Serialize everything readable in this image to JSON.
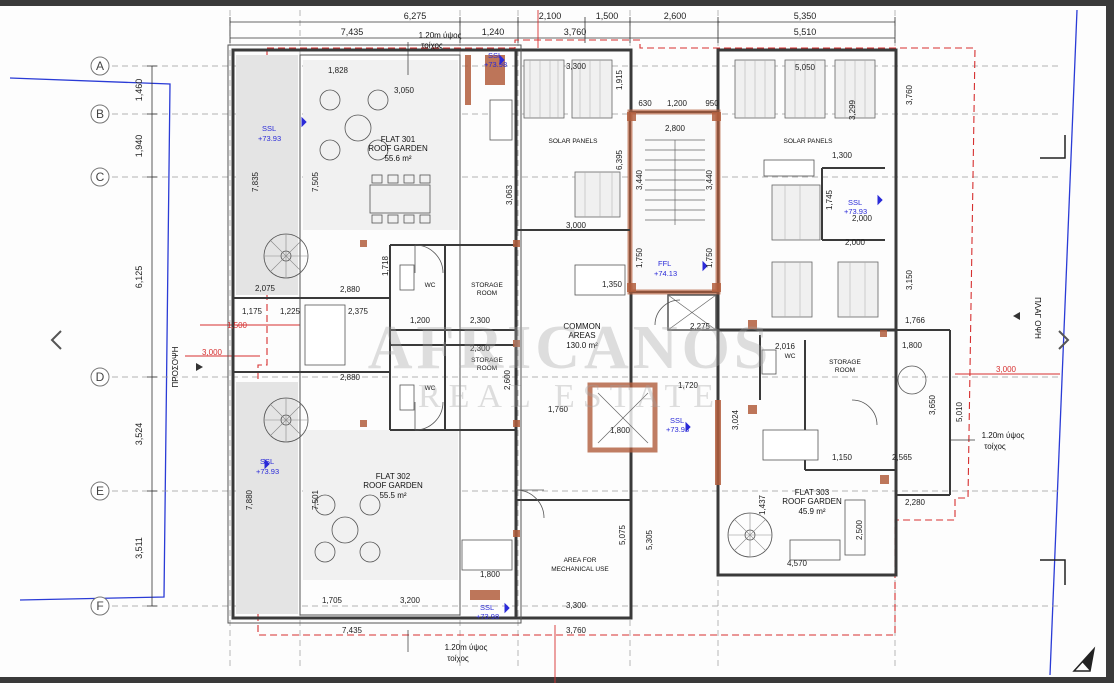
{
  "viewer": {
    "prev_label": "previous",
    "next_label": "next"
  },
  "watermark": {
    "line1": "AFRICANOS",
    "line2": "REAL ESTATE"
  },
  "grid": [
    "A",
    "B",
    "C",
    "D",
    "E",
    "F"
  ],
  "top_dims_row1": [
    "6,275",
    "2,100",
    "1,500",
    "2,600",
    "5,350"
  ],
  "top_dims_row2": [
    "7,435",
    "1,240",
    "3,760",
    "5,510"
  ],
  "left_dims": [
    "1,460",
    "1,940",
    "6,125",
    "3,524",
    "3,511"
  ],
  "side_dims": [
    "7,835",
    "7,505",
    "7,880",
    "7,501"
  ],
  "rooms": {
    "flat301": {
      "name": "FLAT 301",
      "sub": "ROOF GARDEN",
      "area": "55.6 m²"
    },
    "flat302": {
      "name": "FLAT 302",
      "sub": "ROOF GARDEN",
      "area": "55.5 m²"
    },
    "flat303": {
      "name": "FLAT 303",
      "sub": "ROOF GARDEN",
      "area": "45.9 m²"
    },
    "common": {
      "name": "COMMON",
      "sub": "AREAS",
      "area": "130.0 m²"
    },
    "solar_left": "SOLAR PANELS",
    "solar_right": "SOLAR PANELS",
    "storage1": {
      "a": "STORAGE",
      "b": "ROOM"
    },
    "storage2": {
      "a": "STORAGE",
      "b": "ROOM"
    },
    "storage3": {
      "a": "STORAGE",
      "b": "ROOM"
    },
    "wc1": "WC",
    "wc2": "WC",
    "wc3": "WC",
    "mech": {
      "a": "AREA FOR",
      "b": "MECHANICAL USE"
    }
  },
  "levels": {
    "ssl1": {
      "a": "SSL",
      "b": "+73.93"
    },
    "ssl2": {
      "a": "SSL",
      "b": "+73.93"
    },
    "ssl3": {
      "a": "SSL",
      "b": "+73.93"
    },
    "ssl4": {
      "a": "SSL",
      "b": "+73.93"
    },
    "ssl5": {
      "a": "SSL",
      "b": "+73.98"
    },
    "ssl6": {
      "a": "SSL",
      "b": "+73.98"
    },
    "ffl": {
      "a": "FFL",
      "b": "+74.13"
    }
  },
  "notes": {
    "wall_top": {
      "a": "1.20m ύψος",
      "b": "τοίχος"
    },
    "wall_bottom": {
      "a": "1.20m ύψος",
      "b": "τοίχος"
    },
    "wall_right": {
      "a": "1.20m ύψος",
      "b": "τοίχος"
    },
    "front": "ΠΡΟΣΟΨΗ",
    "side": "ΠΛΑΓ ΟΨΗ"
  },
  "dims": {
    "d_3000_left": "3,000",
    "d_3000_right": "3,000",
    "d_1500": "1,500",
    "d_3300_top": "3,300",
    "d_3300_bot": "3,300",
    "d_3760_bot": "3,760",
    "d_7435_bot": "7,435",
    "d_1705": "1,705",
    "d_3200": "3,200",
    "d_5050": "5,050",
    "d_2800": "2,800",
    "d_3000_c": "3,000",
    "d_1760": "1,760",
    "d_1720": "1,720",
    "d_2880a": "2,880",
    "d_2880b": "2,880",
    "d_2075": "2,075",
    "d_2375": "2,375",
    "d_1200": "1,200",
    "d_2300a": "2,300",
    "d_2300b": "2,300",
    "d_1718": "1,718",
    "d_2600": "2,600",
    "d_6395": "6,395",
    "d_3063": "3,063",
    "d_5075": "5,075",
    "d_5305": "5,305",
    "d_3760_r": "3,760",
    "d_3299": "3,299",
    "d_3150": "3,150",
    "d_2000a": "2,000",
    "d_2000b": "2,000",
    "d_1300": "1,300",
    "d_1766": "1,766",
    "d_1800": "1,800",
    "d_5010": "5,010",
    "d_3650": "3,650",
    "d_2565": "2,565",
    "d_2280": "2,280",
    "d_4570": "4,570",
    "d_2500": "2,500",
    "d_1437": "1,437",
    "d_1150": "1,150",
    "d_2016": "2,016",
    "d_3024": "3,024",
    "d_1800b": "1,800",
    "d_1800c": "1,800",
    "d_2275": "2,275",
    "d_1225": "1,225",
    "d_1175": "1,175",
    "d_3050": "3,050",
    "d_1828": "1,828",
    "d_1200b": "1,200",
    "d_950": "950",
    "d_630": "630",
    "d_3440a": "3,440",
    "d_3440b": "3,440",
    "d_1750a": "1,750",
    "d_1750b": "1,750",
    "d_1350": "1,350",
    "d_1915": "1,915",
    "d_1745": "1,745"
  }
}
